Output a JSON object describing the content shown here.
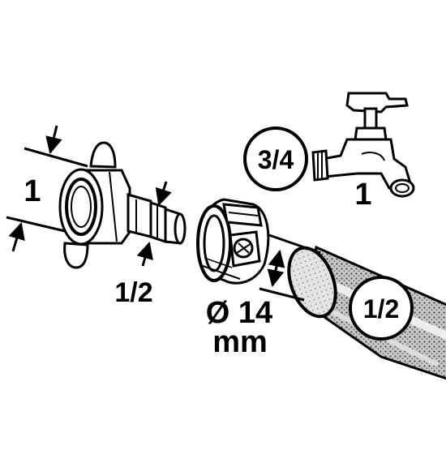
{
  "labels": {
    "fitting_thread_size": "1",
    "fitting_hose_size": "1/2",
    "faucet_circle": "3/4",
    "faucet_thread_size": "1",
    "clamp_diameter": "Ø 14",
    "clamp_unit": "mm",
    "hose_circle": "1/2"
  },
  "colors": {
    "ink": "#000000",
    "paper": "#ffffff",
    "hose_shade": "#9a9a9a"
  },
  "icons": {
    "fitting": "hose-tail-fitting-icon",
    "clamp": "hose-clamp-icon",
    "faucet": "faucet-icon",
    "hose": "hose-icon"
  }
}
